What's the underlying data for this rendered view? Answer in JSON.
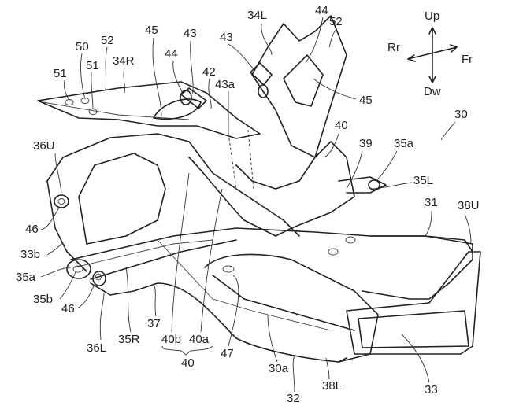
{
  "figure": {
    "labels": [
      "51",
      "50",
      "51",
      "52",
      "34R",
      "45",
      "44",
      "43",
      "42",
      "43a",
      "43",
      "34L",
      "44",
      "52",
      "45",
      "Up",
      "Rr",
      "Fr",
      "Dw",
      "30",
      "40",
      "39",
      "35a",
      "35L",
      "31",
      "38U",
      "36U",
      "46",
      "33b",
      "35a",
      "35b",
      "46",
      "36L",
      "35R",
      "37",
      "40b",
      "40a",
      "40",
      "47",
      "30a",
      "32",
      "38L",
      "33"
    ]
  }
}
